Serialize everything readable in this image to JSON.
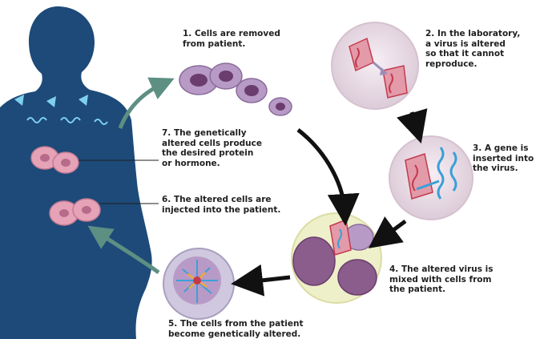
{
  "steps": [
    {
      "text": "1. Cells are removed\n   from patient."
    },
    {
      "text": "2. In the laboratory,\n    a virus is altered\n    so that it cannot\n    reproduce."
    },
    {
      "text": "3. A gene is\n    inserted into\n    the virus."
    },
    {
      "text": "4. The altered virus is\n    mixed with cells from\n    the patient."
    },
    {
      "text": "5. The cells from the patient\n    become genetically altered."
    },
    {
      "text": "6. The altered cells are\n    injected into the patient."
    },
    {
      "text": "7. The genetically\n    altered cells produce\n    the desired protein\n    or hormone."
    }
  ],
  "colors": {
    "body": "#1d4a78",
    "cell_fill": "#b89ac7",
    "nucleus": "#6b3d6e",
    "pink_cell": "#e6a3b8",
    "vessel": "#e9dde6",
    "virus": "#c33a4e",
    "gene": "#3aa0d8",
    "arrow_black": "#111111",
    "arrow_green": "#5d8f82"
  }
}
